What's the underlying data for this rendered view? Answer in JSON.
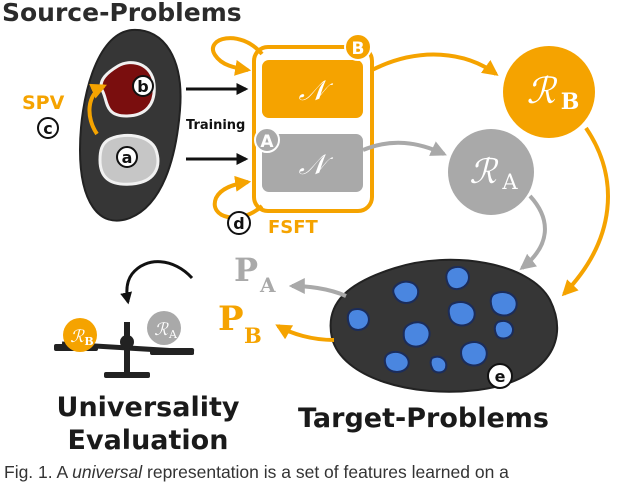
{
  "headings": {
    "source": "Source-Problems",
    "target": "Target-Problems",
    "universality_line1": "Universality",
    "universality_line2": "Evaluation"
  },
  "labels": {
    "spv": "SPV",
    "training": "Training",
    "fsft": "FSFT"
  },
  "markers": {
    "a": "a",
    "b": "b",
    "c": "c",
    "d": "d",
    "e": "e",
    "A": "A",
    "B": "B"
  },
  "math": {
    "network": "𝒩",
    "R": "ℛ",
    "sub_A": "A",
    "sub_B": "B",
    "P": "P"
  },
  "caption": {
    "prefix": "Fig. 1.   A ",
    "emph": "universal",
    "suffix": " representation is a set of features learned on a"
  },
  "colors": {
    "orange": "#f5a300",
    "gray": "#a9a9a9",
    "dark": "#333333",
    "red": "#7a0e0e",
    "blue": "#4a86e0"
  }
}
